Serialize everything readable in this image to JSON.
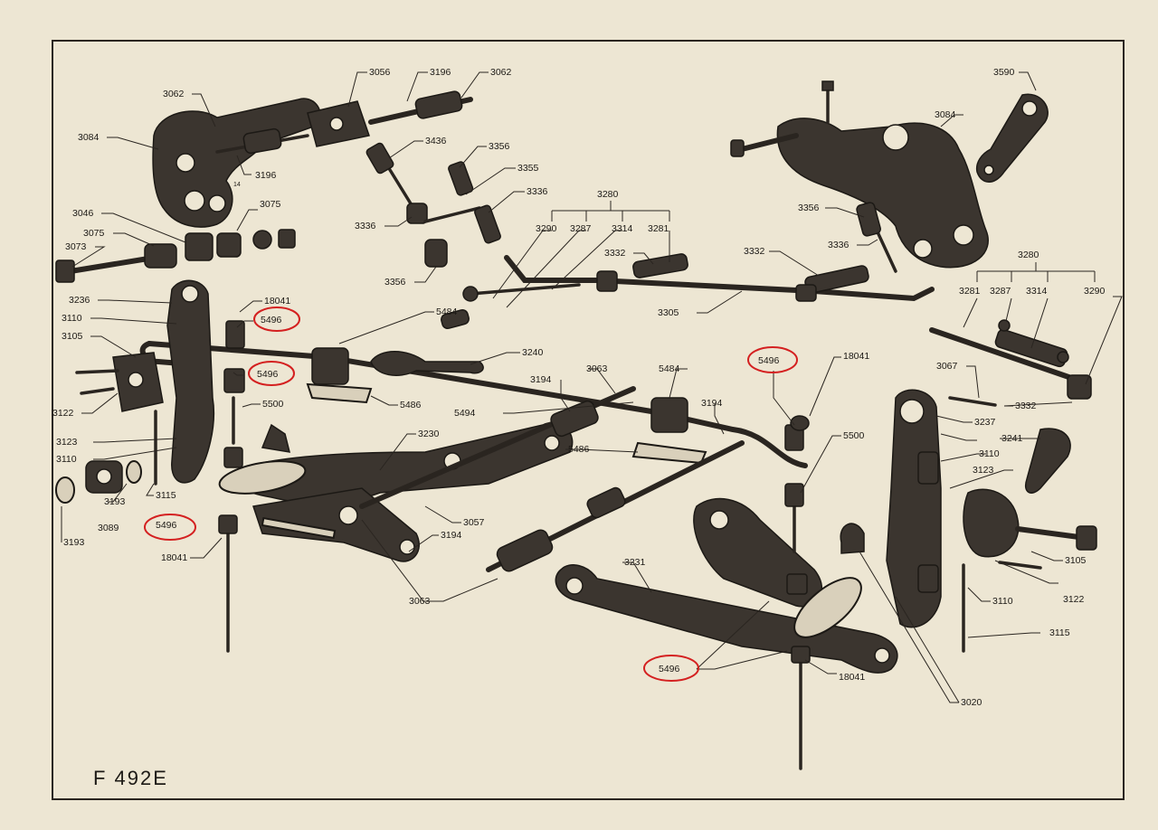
{
  "sheet_code": "F 492E",
  "callouts": [
    {
      "id": "c01",
      "text": "3056"
    },
    {
      "id": "c02",
      "text": "3196"
    },
    {
      "id": "c03",
      "text": "3062"
    },
    {
      "id": "c04",
      "text": "3062"
    },
    {
      "id": "c05",
      "text": "3084"
    },
    {
      "id": "c06",
      "text": "3196"
    },
    {
      "id": "c07",
      "text": "3075"
    },
    {
      "id": "c08",
      "text": "3046"
    },
    {
      "id": "c09",
      "text": "3075"
    },
    {
      "id": "c10",
      "text": "3073"
    },
    {
      "id": "c11",
      "text": "3436"
    },
    {
      "id": "c12",
      "text": "3356"
    },
    {
      "id": "c13",
      "text": "3355"
    },
    {
      "id": "c14",
      "text": "3336"
    },
    {
      "id": "c15",
      "text": "3336"
    },
    {
      "id": "c16",
      "text": "3356"
    },
    {
      "id": "c17",
      "text": "3280"
    },
    {
      "id": "c18",
      "text": "3290"
    },
    {
      "id": "c19",
      "text": "3287"
    },
    {
      "id": "c20",
      "text": "3314"
    },
    {
      "id": "c21",
      "text": "3281"
    },
    {
      "id": "c22",
      "text": "3332"
    },
    {
      "id": "c23",
      "text": "3332"
    },
    {
      "id": "c24",
      "text": "3305"
    },
    {
      "id": "c25",
      "text": "3590"
    },
    {
      "id": "c26",
      "text": "3084"
    },
    {
      "id": "c27",
      "text": "3356"
    },
    {
      "id": "c28",
      "text": "3336"
    },
    {
      "id": "c29",
      "text": "3280"
    },
    {
      "id": "c30",
      "text": "3281"
    },
    {
      "id": "c31",
      "text": "3287"
    },
    {
      "id": "c32",
      "text": "3314"
    },
    {
      "id": "c33",
      "text": "3290"
    },
    {
      "id": "c34",
      "text": "3236"
    },
    {
      "id": "c35",
      "text": "18041"
    },
    {
      "id": "c36",
      "text": "5496"
    },
    {
      "id": "c37",
      "text": "3110"
    },
    {
      "id": "c38",
      "text": "5484"
    },
    {
      "id": "c39",
      "text": "3105"
    },
    {
      "id": "c40",
      "text": "5496"
    },
    {
      "id": "c41",
      "text": "3240"
    },
    {
      "id": "c42",
      "text": "5500"
    },
    {
      "id": "c43",
      "text": "3122"
    },
    {
      "id": "c44",
      "text": "5486"
    },
    {
      "id": "c45",
      "text": "3194"
    },
    {
      "id": "c46",
      "text": "3063"
    },
    {
      "id": "c47",
      "text": "5484"
    },
    {
      "id": "c48",
      "text": "5494"
    },
    {
      "id": "c49",
      "text": "3194"
    },
    {
      "id": "c50",
      "text": "5496"
    },
    {
      "id": "c51",
      "text": "18041"
    },
    {
      "id": "c52",
      "text": "3067"
    },
    {
      "id": "c53",
      "text": "3332"
    },
    {
      "id": "c54",
      "text": "3237"
    },
    {
      "id": "c55",
      "text": "3123"
    },
    {
      "id": "c56",
      "text": "3230"
    },
    {
      "id": "c57",
      "text": "5500"
    },
    {
      "id": "c58",
      "text": "3241"
    },
    {
      "id": "c59",
      "text": "3110"
    },
    {
      "id": "c60",
      "text": "5486"
    },
    {
      "id": "c61",
      "text": "3110"
    },
    {
      "id": "c62",
      "text": "3123"
    },
    {
      "id": "c63",
      "text": "3193"
    },
    {
      "id": "c64",
      "text": "3115"
    },
    {
      "id": "c65",
      "text": "3057"
    },
    {
      "id": "c66",
      "text": "5496"
    },
    {
      "id": "c67",
      "text": "3089"
    },
    {
      "id": "c68",
      "text": "3194"
    },
    {
      "id": "c69",
      "text": "3193"
    },
    {
      "id": "c70",
      "text": "18041"
    },
    {
      "id": "c71",
      "text": "3063"
    },
    {
      "id": "c72",
      "text": "3231"
    },
    {
      "id": "c73",
      "text": "3105"
    },
    {
      "id": "c74",
      "text": "3122"
    },
    {
      "id": "c75",
      "text": "3110"
    },
    {
      "id": "c76",
      "text": "3115"
    },
    {
      "id": "c77",
      "text": "5496"
    },
    {
      "id": "c78",
      "text": "18041"
    },
    {
      "id": "c79",
      "text": "3020"
    },
    {
      "id": "c80",
      "text": "14"
    }
  ],
  "colors": {
    "paper": "#ede6d3",
    "ink": "#1c1915",
    "highlight": "#d42020"
  }
}
